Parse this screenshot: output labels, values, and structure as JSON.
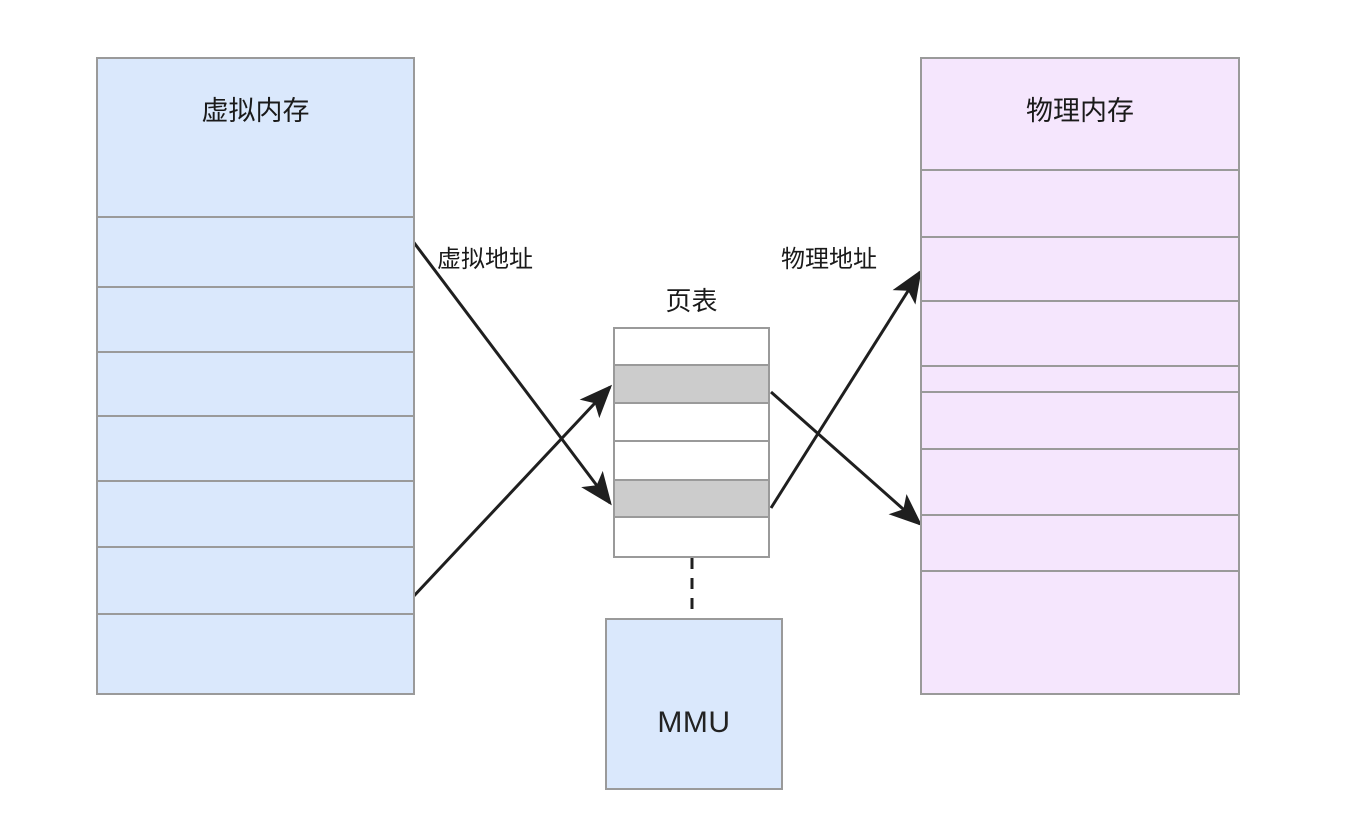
{
  "diagram": {
    "title_virtual": "虚拟内存",
    "title_physical": "物理内存",
    "title_page_table": "页表",
    "mmu_label": "MMU",
    "label_virtual_address": "虚拟地址",
    "label_physical_address": "物理地址",
    "colors": {
      "virtual_fill": "#dae8fc",
      "physical_fill": "#f5e6fd",
      "page_table_fill": "#ffffff",
      "page_table_shaded_fill": "#cccccc",
      "stroke": "#9a9a9a",
      "arrow": "#1f1f1f",
      "text": "#1a1a1a",
      "background": "#ffffff"
    },
    "virtual_memory": {
      "rows": [
        {
          "index": 0,
          "kind": "header"
        },
        {
          "index": 1,
          "kind": "page"
        },
        {
          "index": 2,
          "kind": "page"
        },
        {
          "index": 3,
          "kind": "page"
        },
        {
          "index": 4,
          "kind": "page"
        },
        {
          "index": 5,
          "kind": "page"
        },
        {
          "index": 6,
          "kind": "page"
        },
        {
          "index": 7,
          "kind": "page"
        }
      ]
    },
    "physical_memory": {
      "rows": [
        {
          "index": 0,
          "kind": "header"
        },
        {
          "index": 1,
          "kind": "frame"
        },
        {
          "index": 2,
          "kind": "frame"
        },
        {
          "index": 3,
          "kind": "frame"
        },
        {
          "index": 4,
          "kind": "frame"
        },
        {
          "index": 5,
          "kind": "frame"
        },
        {
          "index": 6,
          "kind": "frame"
        },
        {
          "index": 7,
          "kind": "frame"
        },
        {
          "index": 8,
          "kind": "frame"
        }
      ]
    },
    "page_table": {
      "entries": [
        {
          "index": 0,
          "shaded": false
        },
        {
          "index": 1,
          "shaded": true
        },
        {
          "index": 2,
          "shaded": false
        },
        {
          "index": 3,
          "shaded": false
        },
        {
          "index": 4,
          "shaded": true
        },
        {
          "index": 5,
          "shaded": false
        }
      ]
    },
    "connections": [
      {
        "name": "virtual-to-pagetable-lower",
        "from": "virtual-memory-row-2",
        "to": "page-table-entry-5",
        "label": "虚拟地址",
        "style": "arrow"
      },
      {
        "name": "virtual-to-pagetable-upper",
        "from": "virtual-memory-row-7",
        "to": "page-table-entry-2",
        "label": "",
        "style": "arrow"
      },
      {
        "name": "pagetable-to-physical-lower",
        "from": "page-table-entry-2",
        "to": "physical-memory-row-7",
        "label": "",
        "style": "arrow"
      },
      {
        "name": "pagetable-to-physical-upper",
        "from": "page-table-entry-5",
        "to": "physical-memory-row-3",
        "label": "物理地址",
        "style": "arrow"
      },
      {
        "name": "pagetable-to-mmu",
        "from": "page-table",
        "to": "mmu-box",
        "label": "",
        "style": "dashed"
      }
    ]
  }
}
